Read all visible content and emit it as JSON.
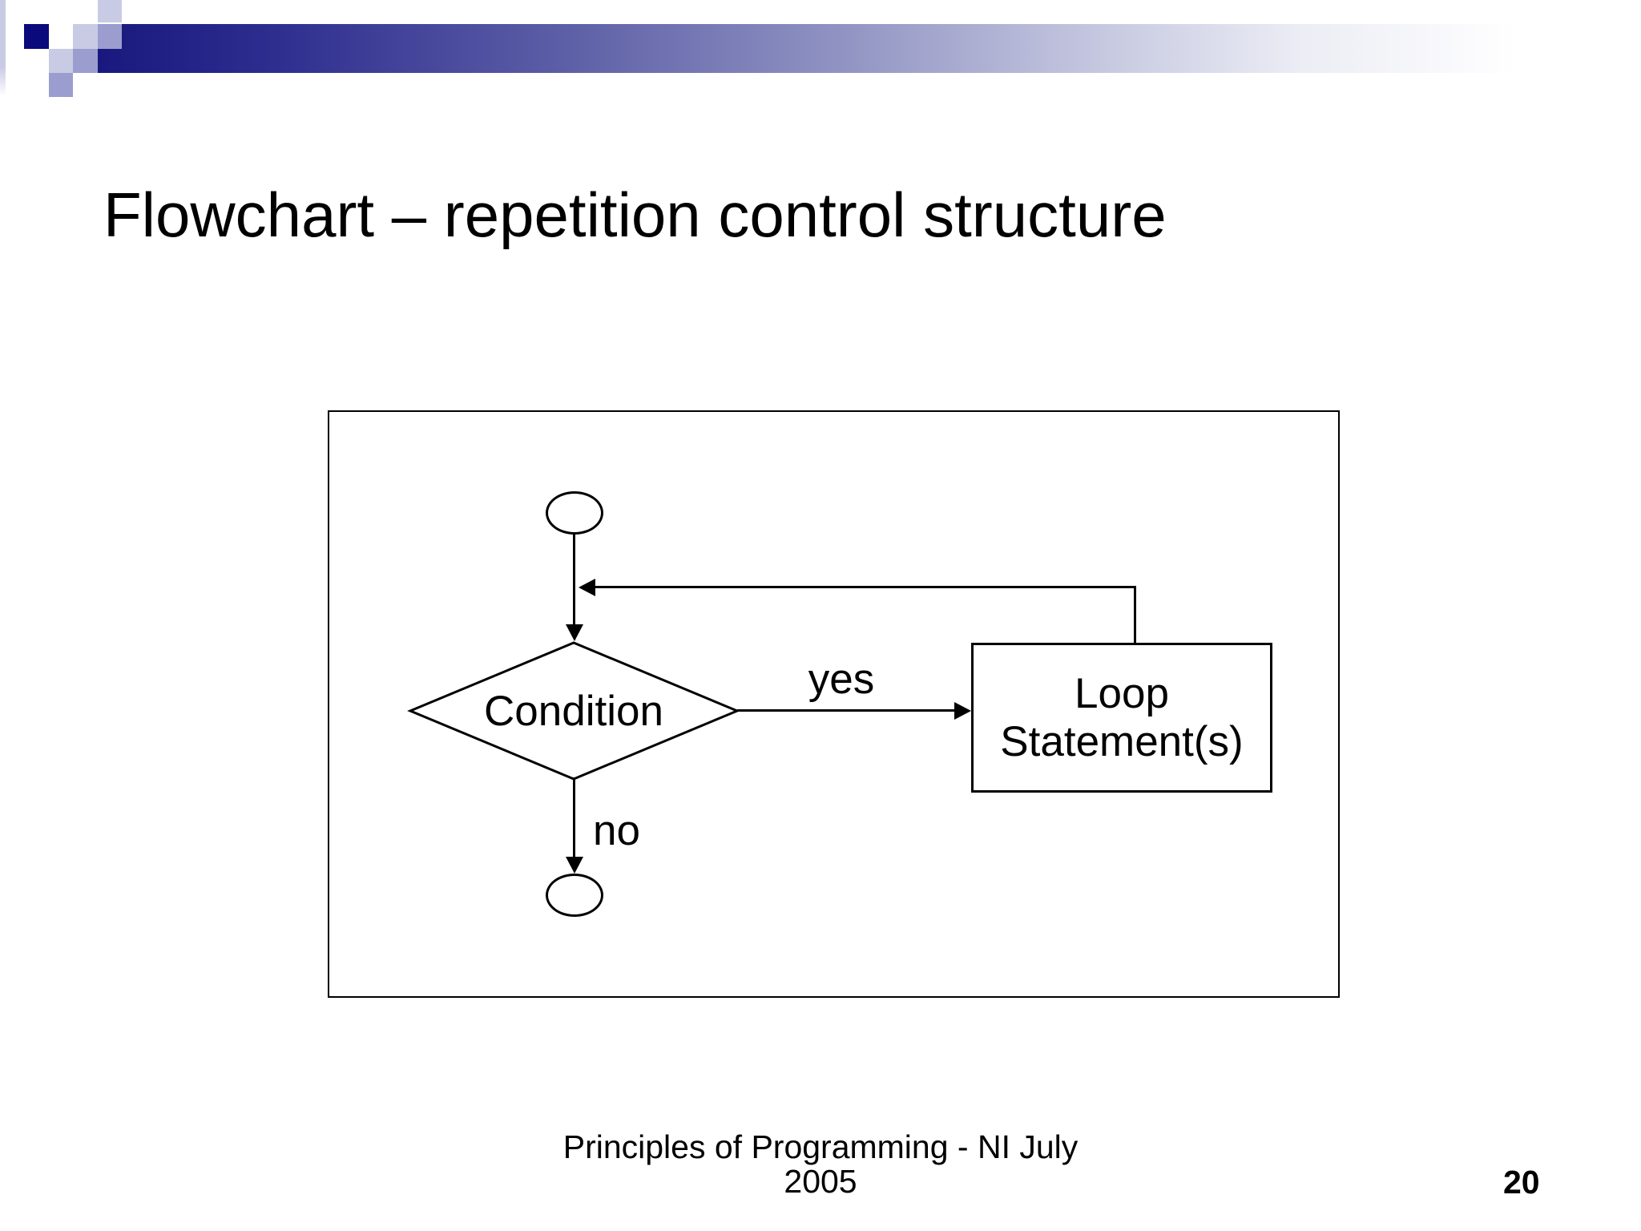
{
  "slide": {
    "title": "Flowchart – repetition control structure",
    "footer_line1": "Principles of Programming - NI July",
    "footer_line2": "2005",
    "page_number": "20"
  },
  "flowchart": {
    "condition_label": "Condition",
    "yes_label": "yes",
    "no_label": "no",
    "loop_box_line1": "Loop",
    "loop_box_line2": "Statement(s)"
  },
  "colors": {
    "accent_dark_navy": "#0a0a7d",
    "bar_gradient_start": "#18187e",
    "medium_lavender": "#9a9dce",
    "light_lavender": "#c9cbe5",
    "line_color": "#000000",
    "background": "#ffffff"
  }
}
